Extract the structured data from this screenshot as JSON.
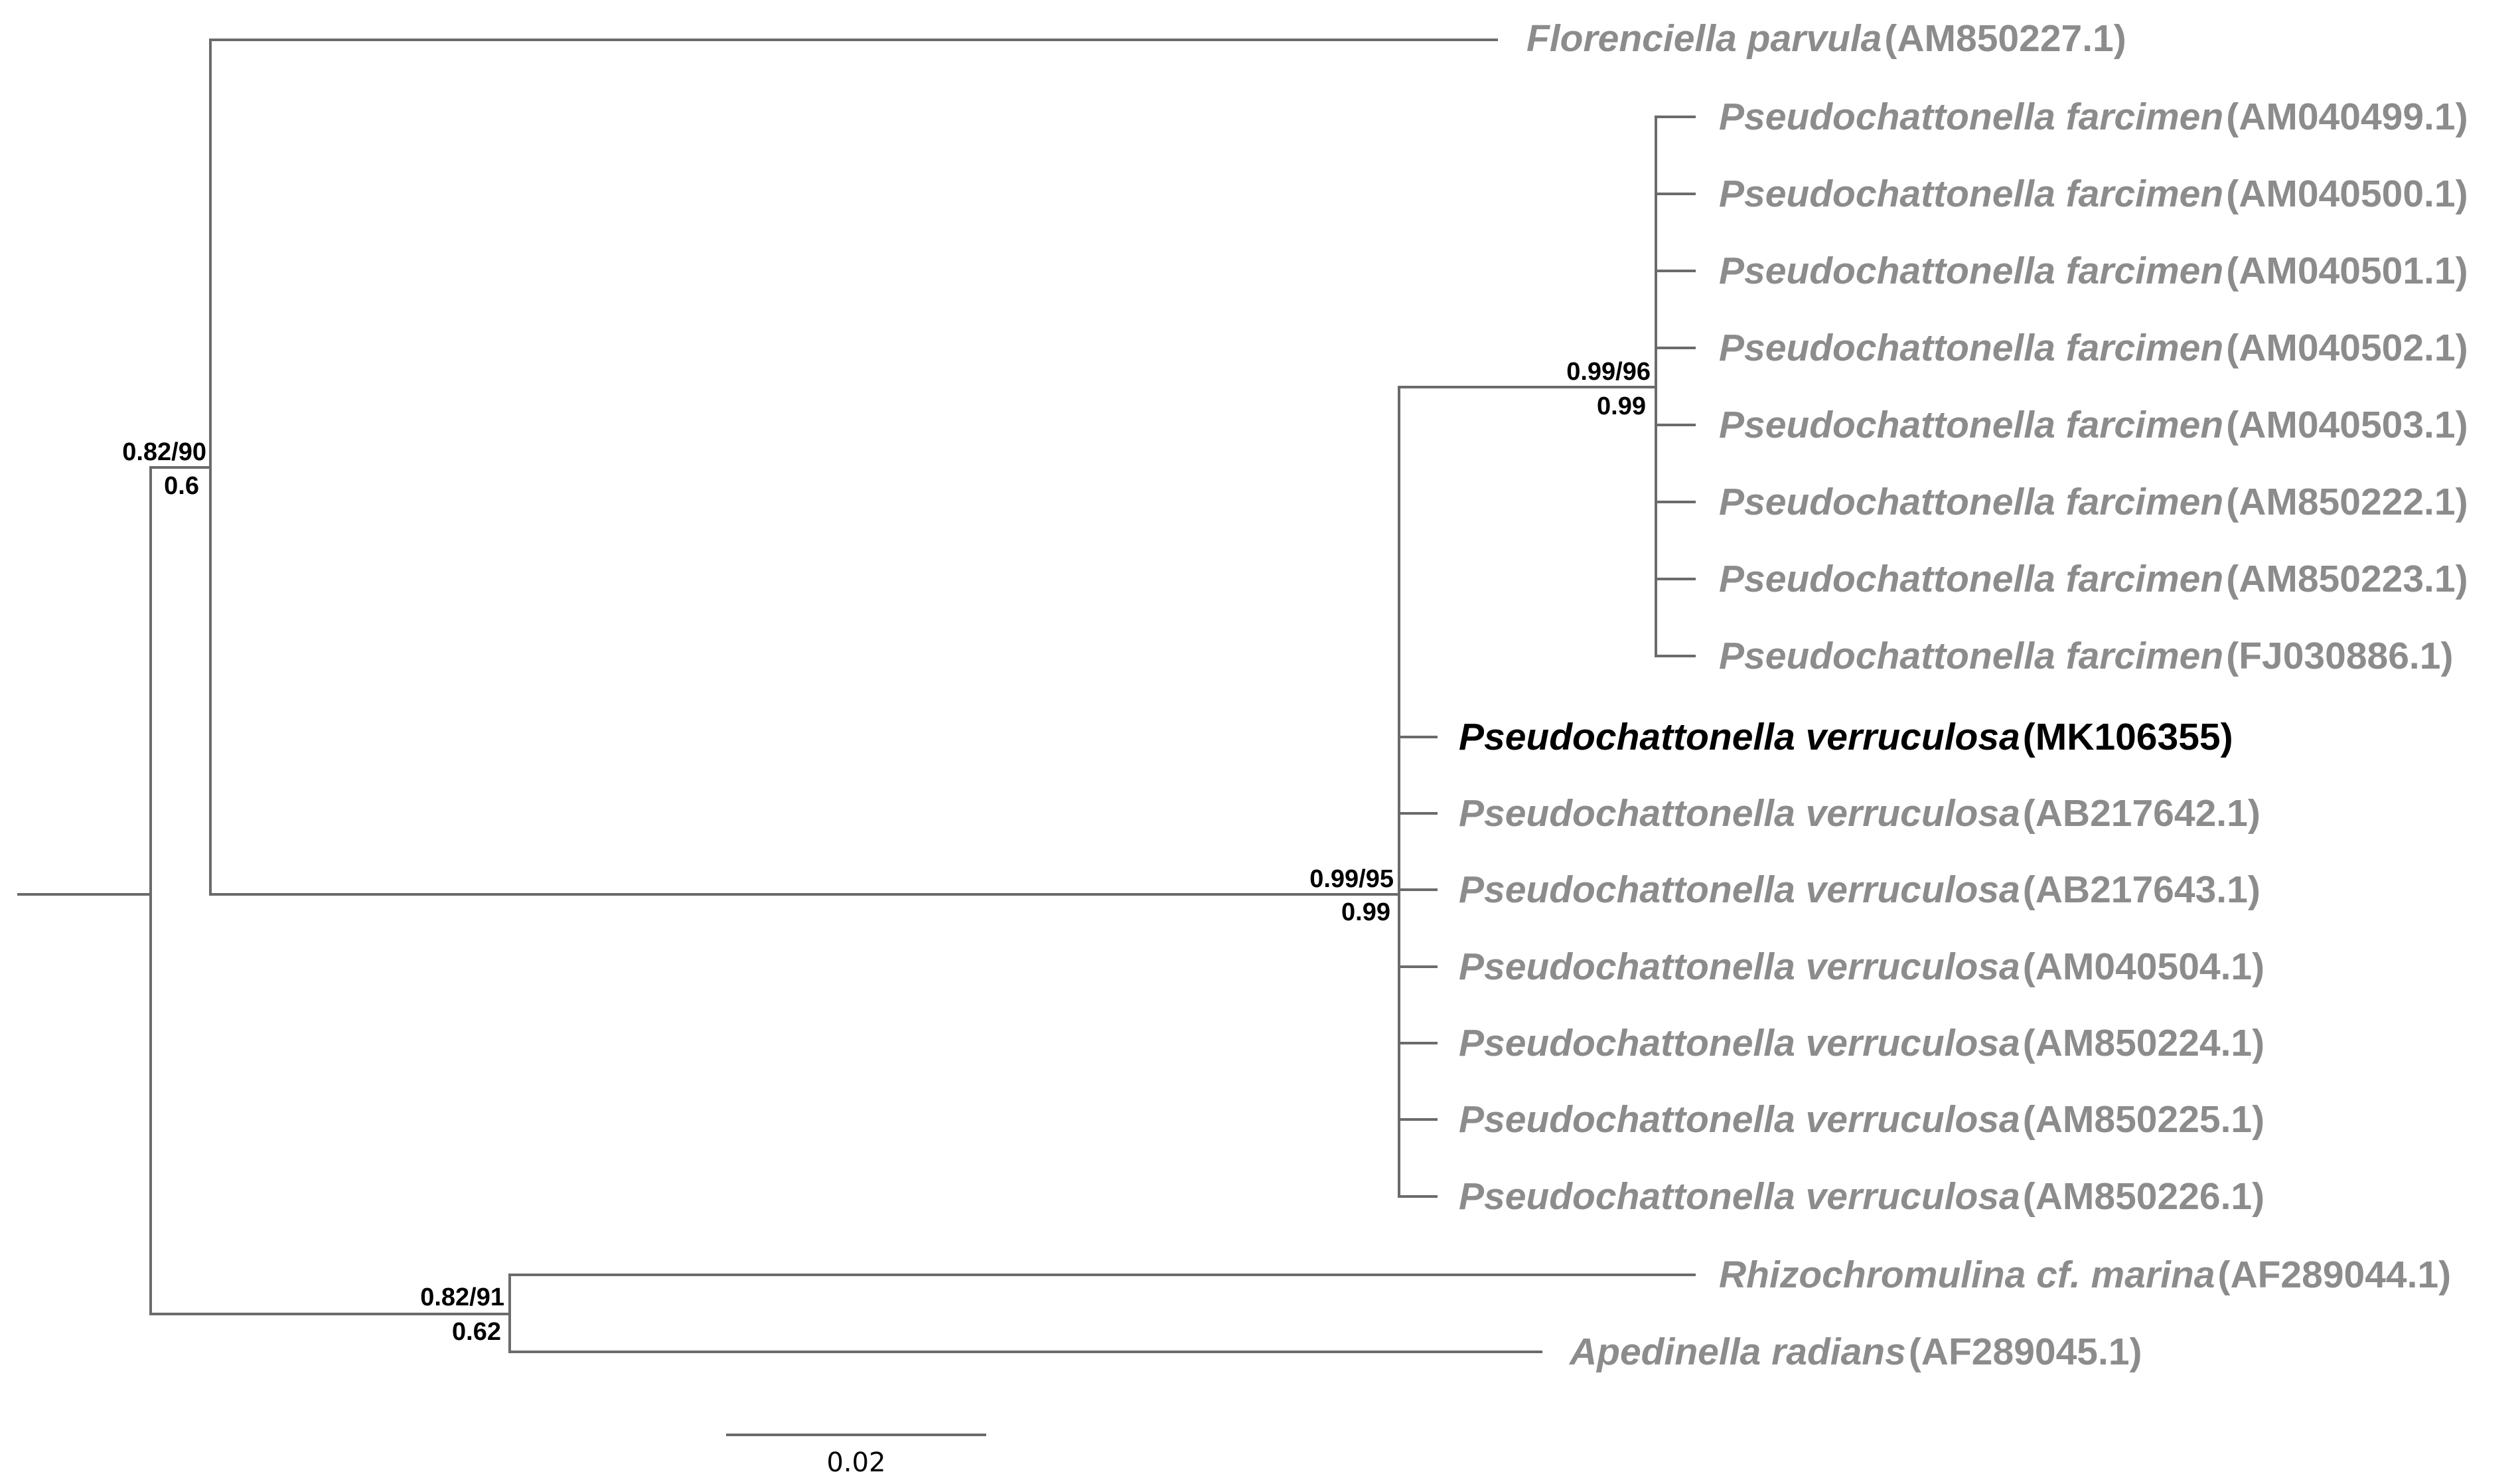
{
  "tree": {
    "taxa": [
      {
        "id": "florenciella",
        "species": "Florenciella parvula",
        "accession": "(AM850227.1)",
        "highlight": false
      },
      {
        "id": "pf1",
        "species": "Pseudochattonella farcimen",
        "accession": "(AM040499.1)",
        "highlight": false
      },
      {
        "id": "pf2",
        "species": "Pseudochattonella farcimen",
        "accession": "(AM040500.1)",
        "highlight": false
      },
      {
        "id": "pf3",
        "species": "Pseudochattonella farcimen",
        "accession": "(AM040501.1)",
        "highlight": false
      },
      {
        "id": "pf4",
        "species": "Pseudochattonella farcimen",
        "accession": "(AM040502.1)",
        "highlight": false
      },
      {
        "id": "pf5",
        "species": "Pseudochattonella farcimen",
        "accession": "(AM040503.1)",
        "highlight": false
      },
      {
        "id": "pf6",
        "species": "Pseudochattonella farcimen",
        "accession": "(AM850222.1)",
        "highlight": false
      },
      {
        "id": "pf7",
        "species": "Pseudochattonella farcimen",
        "accession": "(AM850223.1)",
        "highlight": false
      },
      {
        "id": "pf8",
        "species": "Pseudochattonella farcimen",
        "accession": "(FJ030886.1)",
        "highlight": false
      },
      {
        "id": "pv0",
        "species": "Pseudochattonella verruculosa",
        "accession": "(MK106355)",
        "highlight": true
      },
      {
        "id": "pv1",
        "species": "Pseudochattonella verruculosa",
        "accession": "(AB217642.1)",
        "highlight": false
      },
      {
        "id": "pv2",
        "species": "Pseudochattonella verruculosa",
        "accession": "(AB217643.1)",
        "highlight": false
      },
      {
        "id": "pv3",
        "species": "Pseudochattonella verruculosa",
        "accession": "(AM040504.1)",
        "highlight": false
      },
      {
        "id": "pv4",
        "species": "Pseudochattonella verruculosa",
        "accession": "(AM850224.1)",
        "highlight": false
      },
      {
        "id": "pv5",
        "species": "Pseudochattonella verruculosa",
        "accession": "(AM850225.1)",
        "highlight": false
      },
      {
        "id": "pv6",
        "species": "Pseudochattonella verruculosa",
        "accession": "(AM850226.1)",
        "highlight": false
      },
      {
        "id": "rhizo",
        "species": "Rhizochromulina cf. marina",
        "accession": "(AF289044.1)",
        "highlight": false
      },
      {
        "id": "apedinella",
        "species": "Apedinella radians",
        "accession": "(AF289045.1)",
        "highlight": false
      }
    ],
    "supports": [
      {
        "node": "pseudochattonella-farcimen-clade",
        "upper": "0.99/96",
        "lower": "0.99"
      },
      {
        "node": "pseudochattonella-clade",
        "upper": "0.99/95",
        "lower": "0.99"
      },
      {
        "node": "florenciella-pseudochattonella-clade",
        "upper": "0.82/90",
        "lower": "0.6"
      },
      {
        "node": "rhizochromulina-apedinella-clade",
        "upper": "0.82/91",
        "lower": "0.62"
      }
    ],
    "scale_bar": "0.02"
  }
}
